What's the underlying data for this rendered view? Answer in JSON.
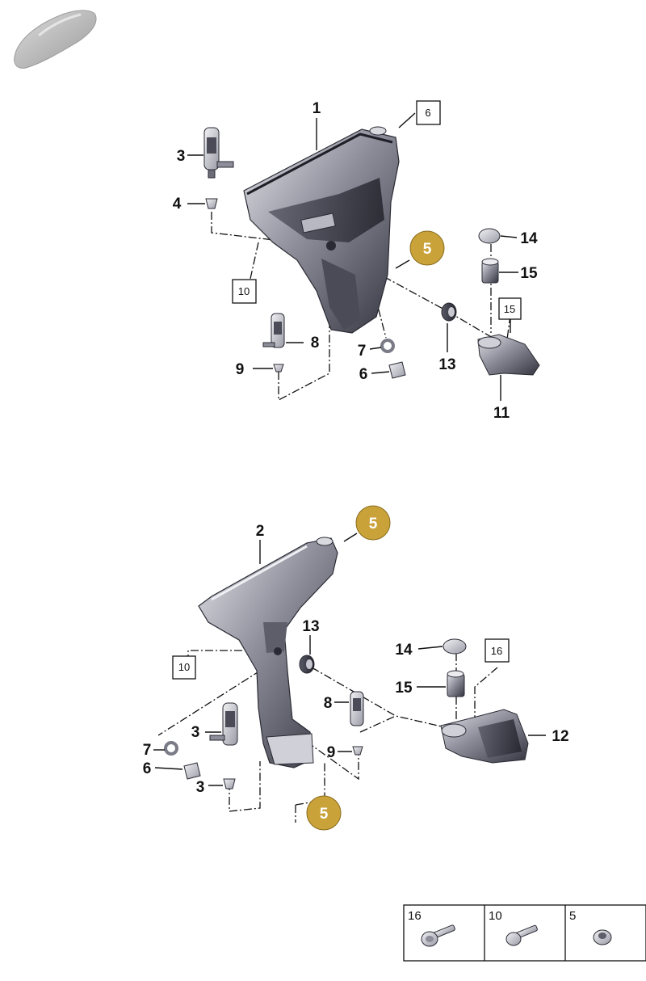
{
  "labels": {
    "n1": "1",
    "n2": "2",
    "n3a": "3",
    "n3b": "3",
    "n3c": "3",
    "n4": "4",
    "n6a": "6",
    "n6b": "6",
    "n7a": "7",
    "n7b": "7",
    "n8a": "8",
    "n8b": "8",
    "n9a": "9",
    "n9b": "9",
    "n11": "11",
    "n12": "12",
    "n13a": "13",
    "n13b": "13",
    "n14a": "14",
    "n14b": "14",
    "n15a": "15",
    "n15b": "15"
  },
  "boxed_labels": {
    "b6": "6",
    "b10a": "10",
    "b10b": "10",
    "b15": "15",
    "b16": "16"
  },
  "callouts": {
    "c5a": "5",
    "c5b": "5",
    "c5c": "5"
  },
  "legend": [
    {
      "number": "16"
    },
    {
      "number": "10"
    },
    {
      "number": "5"
    }
  ],
  "colors": {
    "callout": "#c9a23a",
    "part_dark": "#3b3c48",
    "part_light": "#c8c8d0",
    "car_icon": "#b9b9b9"
  }
}
